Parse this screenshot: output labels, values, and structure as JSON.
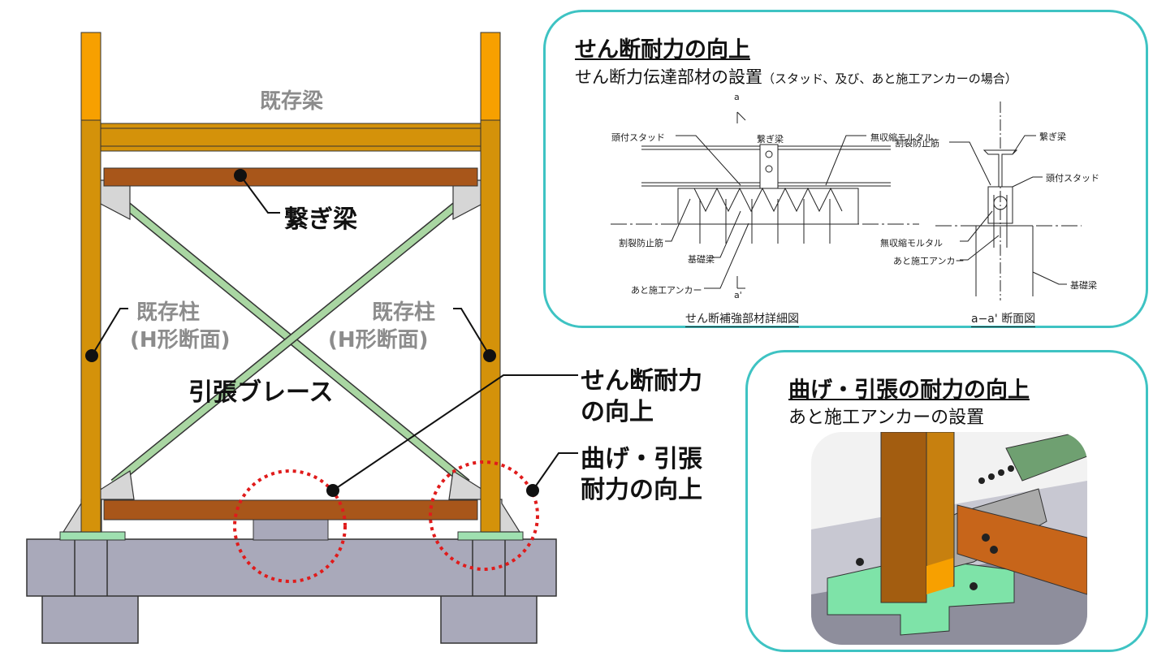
{
  "frame_labels": {
    "existing_beam": "既存梁",
    "tie_beam": "繋ぎ梁",
    "column_left_line1": "既存柱",
    "column_left_line2": "(H形断面)",
    "column_right_line1": "既存柱",
    "column_right_line2": "(H形断面)",
    "tension_brace": "引張ブレース",
    "shear_line1": "せん断耐力",
    "shear_line2": "の向上",
    "bend_line1": "曲げ・引張",
    "bend_line2": "耐力の向上"
  },
  "shear_panel": {
    "title": "せん断耐力の向上",
    "subtitle_main": "せん断力伝達部材の設置",
    "subtitle_note": "（スタッド、及び、あと施工アンカーの場合）",
    "detail": {
      "section_mark": "a",
      "section_mark_prime": "a'",
      "stud": "頭付スタッド",
      "tie_beam": "繋ぎ梁",
      "mortar": "無収縮モルタル",
      "crack_bar": "割裂防止筋",
      "foundation_beam": "基礎梁",
      "anchor": "あと施工アンカー",
      "caption": "せん断補強部材詳細図"
    },
    "section": {
      "crack_bar": "割裂防止筋",
      "tie_beam": "繋ぎ梁",
      "stud": "頭付スタッド",
      "mortar": "無収縮モルタル",
      "anchor": "あと施工アンカー",
      "foundation_beam": "基礎梁",
      "caption": "a−a' 断面図"
    }
  },
  "bend_panel": {
    "title": "曲げ・引張の耐力の向上",
    "subtitle": "あと施工アンカーの設置"
  },
  "colors": {
    "column": "#d4920a",
    "column_top": "#f7a000",
    "beam": "#d4920a",
    "tie_beam": "#a8561a",
    "brace": "#a9d6a2",
    "foundation": "#a9a9ba",
    "panel_border": "#3ec3c3",
    "highlight_circle": "#e01b1b"
  }
}
